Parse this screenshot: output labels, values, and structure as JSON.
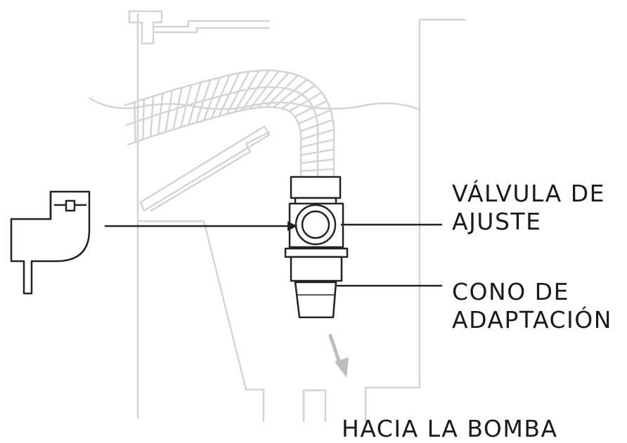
{
  "labels": {
    "valve_line1": "VÁLVULA DE",
    "valve_line2": "AJUSTE",
    "cone_line1": "CONO DE",
    "cone_line2": "ADAPTACIÓN",
    "pump": "HACIA LA BOMBA"
  },
  "colors": {
    "ink": "#222222",
    "ghost": "#d4d4d4",
    "arrow_ghost": "#bdbdbd",
    "text": "#1a1a1a"
  },
  "icons": [
    "tank-outline",
    "corrugated-hose",
    "adjustment-valve",
    "adaptation-cone",
    "flow-arrow-icon"
  ]
}
